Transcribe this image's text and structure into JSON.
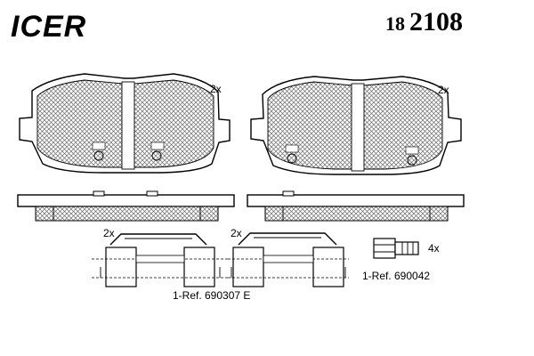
{
  "brand": {
    "logo_text": "ICER"
  },
  "product": {
    "series": "18",
    "number": "2108"
  },
  "annotations": {
    "pad_left_qty": "2x",
    "pad_right_qty": "2x",
    "clip_left_qty": "2x",
    "clip_right_qty": "2x",
    "bolt_qty": "4x",
    "clip_ref": "1-Ref. 690307 E",
    "bolt_ref": "1-Ref. 690042"
  },
  "colors": {
    "line": "#000000",
    "paper": "#ffffff",
    "hatch": "#6a6a6a"
  }
}
